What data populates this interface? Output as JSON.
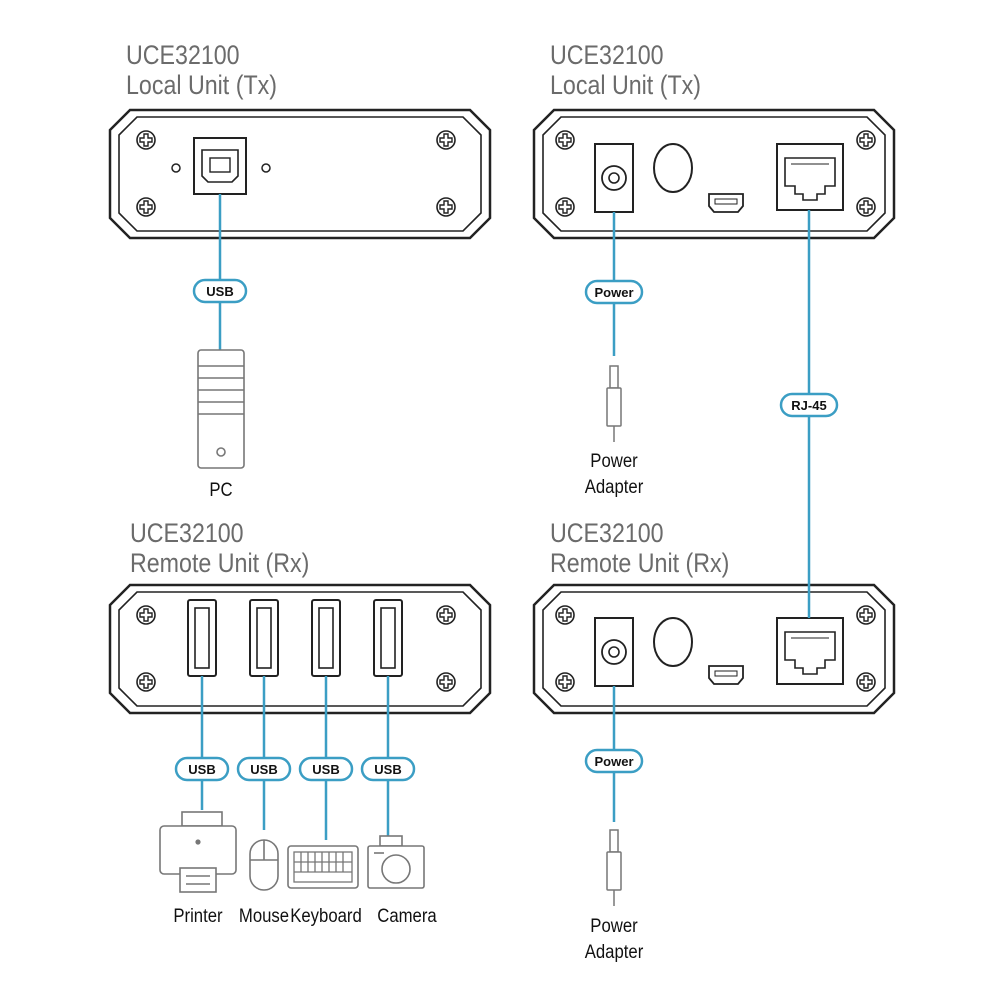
{
  "units": {
    "tl": {
      "model": "UCE32100",
      "role": "Local Unit (Tx)"
    },
    "tr": {
      "model": "UCE32100",
      "role": "Local Unit (Tx)"
    },
    "bl": {
      "model": "UCE32100",
      "role": "Remote Unit (Rx)"
    },
    "br": {
      "model": "UCE32100",
      "role": "Remote Unit (Rx)"
    }
  },
  "connections": {
    "usb": "USB",
    "power": "Power",
    "rj45": "RJ-45"
  },
  "devices": {
    "pc": "PC",
    "power_adapter_line1": "Power",
    "power_adapter_line2": "Adapter",
    "printer": "Printer",
    "mouse": "Mouse",
    "keyboard": "Keyboard",
    "camera": "Camera"
  },
  "colors": {
    "cable": "#3b9ec4",
    "device_fill": "#ffffff",
    "outline": "#222222",
    "device_stroke": "#777777"
  }
}
